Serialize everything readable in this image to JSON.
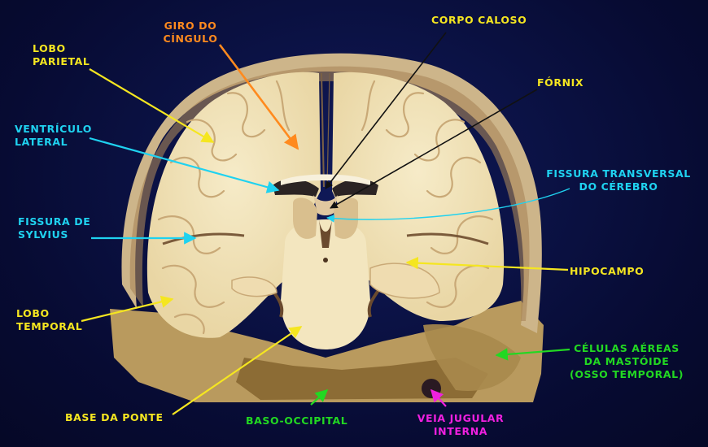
{
  "labels": [
    {
      "id": "lobo-parietal",
      "lines": [
        "LOBO",
        "PARIETAL"
      ],
      "color": "#f5e620"
    },
    {
      "id": "giro-do-cingulo",
      "lines": [
        "GIRO DO",
        "CÍNGULO"
      ],
      "color": "#ff8a1e"
    },
    {
      "id": "corpo-caloso",
      "lines": [
        "CORPO CALOSO"
      ],
      "color": "#f5e620"
    },
    {
      "id": "fornix",
      "lines": [
        "FÓRNIX"
      ],
      "color": "#f5e620"
    },
    {
      "id": "ventriculo-lateral",
      "lines": [
        "VENTRÍCULO",
        "LATERAL"
      ],
      "color": "#1fd2f0"
    },
    {
      "id": "fissura-transversal",
      "lines": [
        "FISSURA TRANSVERSAL",
        "DO CÉREBRO"
      ],
      "color": "#1fd2f0"
    },
    {
      "id": "fissura-de-sylvius",
      "lines": [
        "FISSURA DE",
        "SYLVIUS"
      ],
      "color": "#1fd2f0"
    },
    {
      "id": "hipocampo",
      "lines": [
        "HIPOCAMPO"
      ],
      "color": "#f5e620"
    },
    {
      "id": "lobo-temporal",
      "lines": [
        "LOBO",
        "TEMPORAL"
      ],
      "color": "#f5e620"
    },
    {
      "id": "celulas-aereas",
      "lines": [
        "CÉLULAS AÉREAS",
        "DA MASTÓIDE",
        "(OSSO TEMPORAL)"
      ],
      "color": "#22d822"
    },
    {
      "id": "base-da-ponte",
      "lines": [
        "BASE DA PONTE"
      ],
      "color": "#f5e620"
    },
    {
      "id": "baso-occipital",
      "lines": [
        "BASO-OCCIPITAL"
      ],
      "color": "#22d822"
    },
    {
      "id": "veia-jugular",
      "lines": [
        "VEIA JUGULAR",
        "INTERNA"
      ],
      "color": "#f020e0"
    }
  ]
}
